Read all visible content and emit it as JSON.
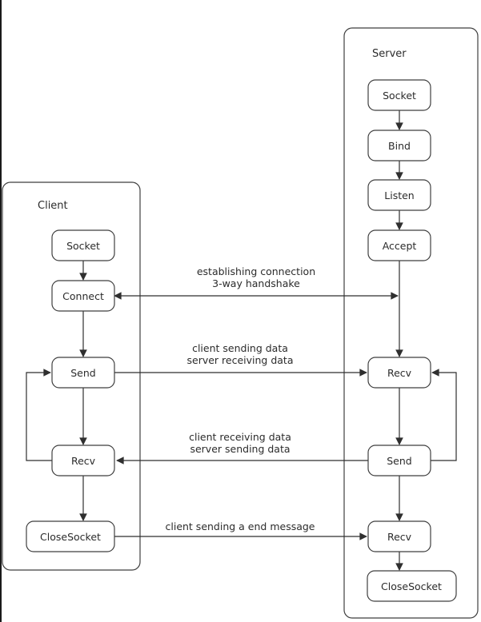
{
  "client": {
    "title": "Client",
    "nodes": [
      {
        "label": "Socket"
      },
      {
        "label": "Connect"
      },
      {
        "label": "Send"
      },
      {
        "label": "Recv"
      },
      {
        "label": "CloseSocket"
      }
    ]
  },
  "server": {
    "title": "Server",
    "nodes": [
      {
        "label": "Socket"
      },
      {
        "label": "Bind"
      },
      {
        "label": "Listen"
      },
      {
        "label": "Accept"
      },
      {
        "label": "Recv"
      },
      {
        "label": "Send"
      },
      {
        "label": "Recv"
      },
      {
        "label": "CloseSocket"
      }
    ]
  },
  "edges": [
    {
      "name": "establishing-connection",
      "lines": [
        "establishing connection",
        "3-way handshake"
      ]
    },
    {
      "name": "client-send-to-server-recv",
      "lines": [
        "client sending data",
        "server receiving data"
      ]
    },
    {
      "name": "server-send-to-client-recv",
      "lines": [
        "client receiving data",
        "server sending data"
      ]
    },
    {
      "name": "client-close-to-server-recv",
      "lines": [
        "client sending a end message"
      ]
    }
  ],
  "colors": {
    "line": "#2f2f2f",
    "box_stroke": "#3f3f3f",
    "box_fill": "#ffffff",
    "text": "#2b2b2b",
    "canvas_edge": "#1a1a1a"
  }
}
